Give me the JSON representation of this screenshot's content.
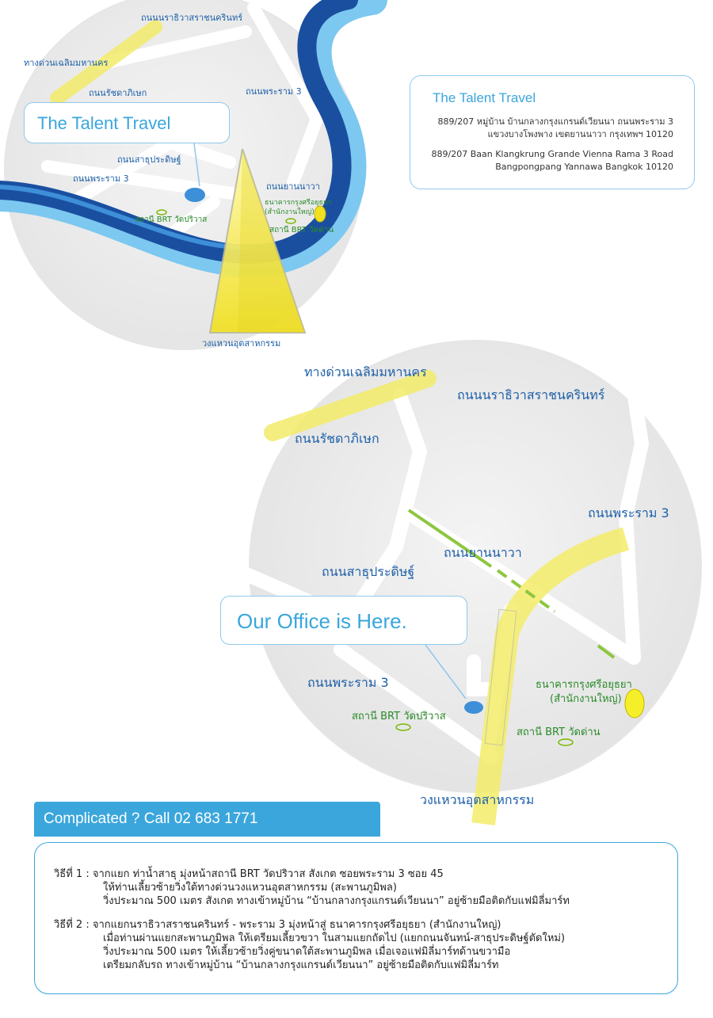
{
  "map_top": {
    "bubble": "The Talent Travel",
    "labels": {
      "ratchadaphisek": "ถนนรัชดาภิเษก",
      "expressway": "ทางด่วนเฉลิมมหานคร",
      "rathirat": "ถนนนราธิวาสราชนครินทร์",
      "rama3_top": "ถนนพระราม 3",
      "sathupradit": "ถนนสาธุประดิษฐ์",
      "rama3_left": "ถนนพระราม 3",
      "yannawa": "ถนนยานนาวา",
      "bank_line1": "ธนาคารกรุงศรีอยุธยา",
      "bank_line2": "(สำนักงานใหญ่)",
      "brt_pariwat": "สถานี BRT วัดปริวาส",
      "brt_dan": "สถานี BRT วัดด่าน",
      "ring": "วงแหวนอุตสาหกรรม"
    }
  },
  "address": {
    "title": "The Talent Travel",
    "thai_line1": "889/207 หมู่บ้าน บ้านกลางกรุงแกรนด์เวียนนา ถนนพระราม 3",
    "thai_line2": "แขวงบางโพงพาง เขตยานนาวา กรุงเทพฯ 10120",
    "en_line1": "889/207 Baan Klangkrung Grande Vienna Rama 3 Road",
    "en_line2": "Bangpongpang Yannawa Bangkok 10120"
  },
  "map_bottom": {
    "bubble": "Our Office is Here.",
    "labels": {
      "expressway": "ทางด่วนเฉลิมมหานคร",
      "ratchadaphisek": "ถนนรัชดาภิเษก",
      "rathirat": "ถนนนราธิวาสราชนครินทร์",
      "rama3_right": "ถนนพระราม 3",
      "yannawa": "ถนนยานนาวา",
      "sathupradit": "ถนนสาธุประดิษฐ์",
      "rama3_left": "ถนนพระราม 3",
      "bank_line1": "ธนาคารกรุงศรีอยุธยา",
      "bank_line2": "(สำนักงานใหญ่)",
      "brt_pariwat": "สถานี BRT วัดปริวาส",
      "brt_dan": "สถานี BRT วัดด่าน",
      "ring": "วงแหวนอุตสาหกรรม"
    }
  },
  "call_bar": "Complicated ?  Call 02 683 1771",
  "directions": {
    "way1": [
      "วิธีที่ 1 :  จากแยก ท่าน้ำสาธุ มุ่งหน้าสถานี BRT วัดปริวาส สังเกต ซอยพระราม 3 ซอย 45",
      "ให้ท่านเลี้ยวซ้ายวิ่งใต้ทางด่วนวงแหวนอุตสาหกรรม (สะพานภูมิพล)",
      "วิ่งประมาณ 500 เมตร สังเกต ทางเข้าหมู่บ้าน “บ้านกลางกรุงแกรนด์เวียนนา” อยู่ซ้ายมือติดกับแฟมิลี่มาร์ท"
    ],
    "way2": [
      "วิธีที่ 2 :  จากแยกนราธิวาสราชนครินทร์ - พระราม 3 มุ่งหน้าสู่  ธนาคารกรุงศรีอยุธยา (สำนักงานใหญ่)",
      "เมื่อท่านผ่านแยกสะพานภูมิพล ให้เตรียมเลี้ยวขวา ในสามแยกถัดไป (แยกถนนจันทน์-สาธุประดิษฐ์ตัดใหม่)",
      "วิ่งประมาณ 500 เมตร ให้เลี้ยวซ้ายวิ่งคู่ขนาดใต้สะพานภูมิพล เมื่อเจอแฟมิลี่มาร์ทด้านขวามือ",
      "เตรียมกลับรถ ทางเข้าหมู่บ้าน “บ้านกลางกรุงแกรนด์เวียนนา” อยู่ซ้ายมือติดกับแฟมิลี่มาร์ท"
    ]
  },
  "colors": {
    "accent": "#3aa6dc",
    "river_dark": "#1a4fa0",
    "road_yellow": "#f3ec6a",
    "label_blue": "#1d5fa8",
    "label_green": "#2a8a2a"
  }
}
